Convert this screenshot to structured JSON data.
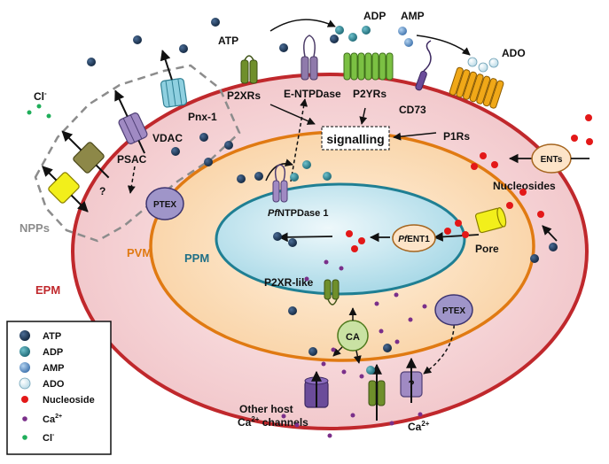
{
  "labels": {
    "atp": "ATP",
    "adp": "ADP",
    "amp": "AMP",
    "ado": "ADO",
    "p2xrs": "P2XRs",
    "entpdase": "E-NTPDase",
    "p2yrs": "P2YRs",
    "cd73": "CD73",
    "p1rs": "P1Rs",
    "signalling": "signalling",
    "pnx1": "Pnx-1",
    "vdac": "VDAC",
    "psac": "PSAC",
    "cl": "Cl",
    "cl_sup": "-",
    "question": "?",
    "ptex": "PTEX",
    "npps": "NPPs",
    "pvm": "PVM",
    "ppm": "PPM",
    "epm": "EPM",
    "pf_entpdase_italic": "Pf",
    "pf_entpdase_rest": "NTPDase 1",
    "pf_ent1_italic": "Pf",
    "pf_ent1_rest": "ENT1",
    "ents": "ENTs",
    "nucleosides": "Nucleosides",
    "pore": "Pore",
    "p2xr_like": "P2XR-like",
    "ca": "CA",
    "other_host_line1": "Other host",
    "other_host_line2_pre": "Ca",
    "other_host_line2_sup": "2+",
    "other_host_line2_post": " channels",
    "ca2_pre": "Ca",
    "ca2_sup": "2+"
  },
  "legend": [
    {
      "label": "ATP",
      "symbol": "atp"
    },
    {
      "label": "ADP",
      "symbol": "adp"
    },
    {
      "label": "AMP",
      "symbol": "amp"
    },
    {
      "label": "ADO",
      "symbol": "ado"
    },
    {
      "label": "Nucleoside",
      "symbol": "nucleoside"
    },
    {
      "label": "Ca",
      "sup": "2+",
      "symbol": "ca"
    },
    {
      "label": "Cl",
      "sup": "-",
      "symbol": "cl"
    }
  ],
  "colors": {
    "atp": "#1c3553",
    "adp": "#2e7f8c",
    "amp": "#5f8fc4",
    "ado": "#d8ecf4",
    "nucleoside": "#e31818",
    "ca": "#7a2f8a",
    "cl": "#1fae5a",
    "epm_fill": "#f6d3d6",
    "epm_stroke": "#c0282c",
    "pvm_stroke": "#e07a12",
    "pvm_fill": "#fde2c2",
    "ppm_fill": "#cbe9f1",
    "ppm_stroke": "#1f7f93",
    "npps_box": "#8c8c8c"
  }
}
